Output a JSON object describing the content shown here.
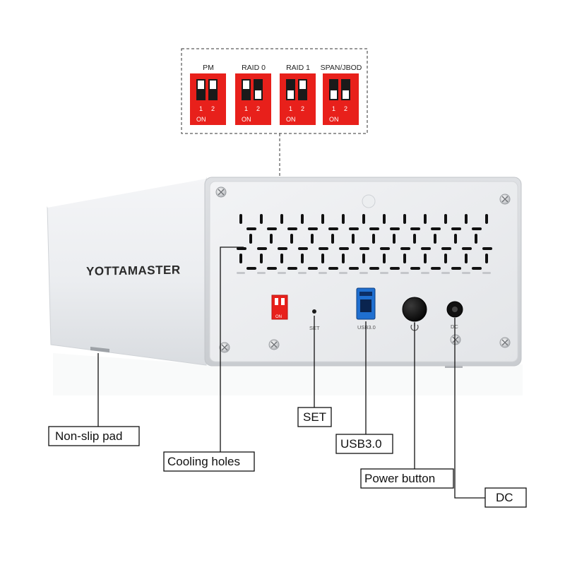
{
  "brand": "YOTTAMASTER",
  "colors": {
    "switch_red": "#e8201b",
    "usb_blue": "#1f6fd0",
    "callout_line": "#111111"
  },
  "dip_modes": [
    {
      "label": "PM",
      "switch1": "up",
      "switch2": "up"
    },
    {
      "label": "RAID 0",
      "switch1": "up",
      "switch2": "down"
    },
    {
      "label": "RAID 1",
      "switch1": "down",
      "switch2": "up"
    },
    {
      "label": "SPAN/JBOD",
      "switch1": "down",
      "switch2": "down"
    }
  ],
  "dip_text": {
    "n1": "1",
    "n2": "2",
    "on": "ON"
  },
  "port_labels": {
    "set": "SET",
    "usb": "USB3.0",
    "dc": "DC"
  },
  "callouts": {
    "non_slip_pad": "Non-slip pad",
    "cooling_holes": "Cooling holes",
    "set": "SET",
    "usb": "USB3.0",
    "power_button": "Power button",
    "dc": "DC"
  }
}
